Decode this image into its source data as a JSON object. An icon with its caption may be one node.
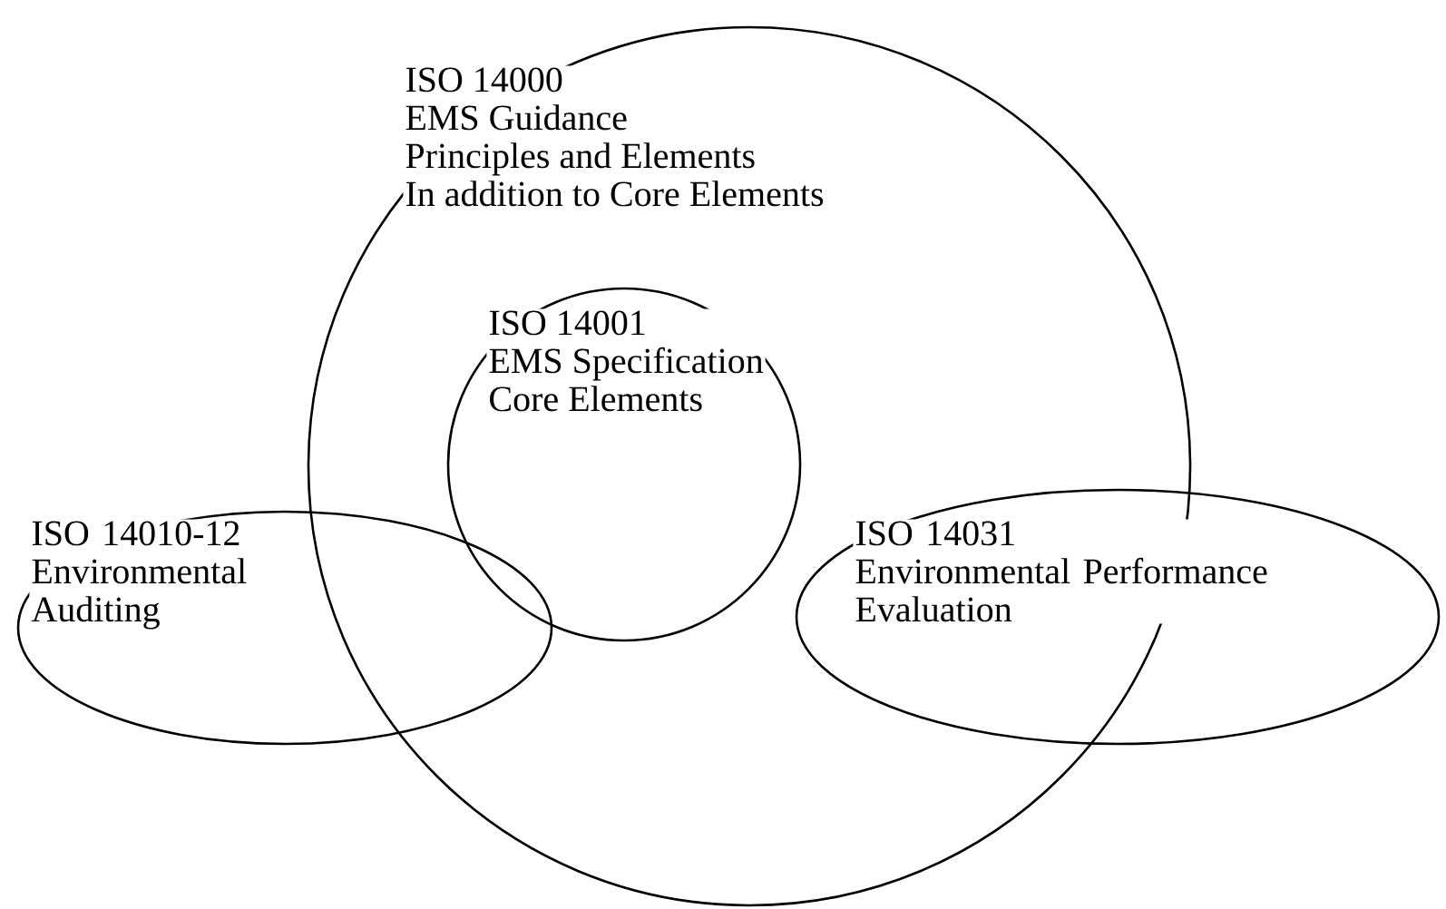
{
  "diagram": {
    "nodes": [
      {
        "text": [
          "ISO 14000",
          "EMS Guidance",
          "Principles and Elements",
          "In addition to Core Elements"
        ]
      },
      {
        "text": [
          "ISO 14001",
          "EMS Specification",
          "Core Elements"
        ],
        "in": 0
      },
      {
        "text": [
          "ISO 14010-12",
          "Environmental Auditing"
        ]
      },
      {
        "text": [
          "ISO 14031",
          "Environmental Performance Evaluation"
        ]
      }
    ]
  }
}
